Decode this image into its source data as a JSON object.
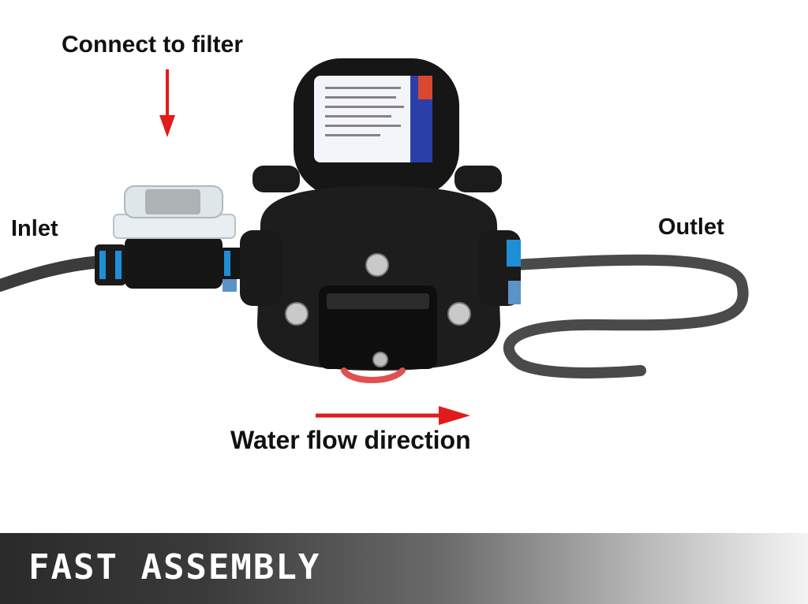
{
  "labels": {
    "connect_to_filter": "Connect to filter",
    "inlet": "Inlet",
    "outlet": "Outlet",
    "water_flow_direction": "Water flow direction"
  },
  "banner": {
    "title": "FAST ASSEMBLY"
  },
  "colors": {
    "arrow": "#e11b1b",
    "pump_body": "#1a1a1a",
    "fitting_accent": "#1e8fd6",
    "hose": "#4a4a4a"
  },
  "icons": {
    "down_arrow": "down-arrow-icon",
    "right_arrow": "right-arrow-icon"
  }
}
